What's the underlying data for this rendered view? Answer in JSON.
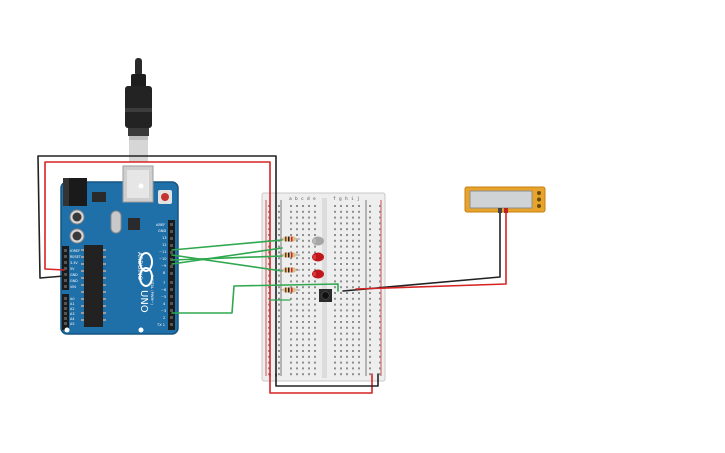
{
  "arduino": {
    "logo_text": "ARDUINO",
    "model_text": "UNO",
    "header_labels": {
      "aref": "AREF",
      "gnd": "GND",
      "pin13": "13",
      "pin12": "12",
      "pin11": "~11",
      "pin10": "~10",
      "pin9": "~9",
      "pin8": "8",
      "pin7": "7",
      "pin6": "~6",
      "pin5": "~5",
      "pin4": "4",
      "pin3": "~3",
      "pin2": "2",
      "tx": "TX 1",
      "rx": "RX 0",
      "digital": "DIGITAL (PWM~)"
    },
    "power_labels": {
      "ioref": "IOREF",
      "reset": "RESET",
      "v33": "3.3V",
      "v5": "5V",
      "gnd1": "GND",
      "gnd2": "GND",
      "vin": "VIN"
    },
    "analog_labels": {
      "a0": "A0",
      "a1": "A1",
      "a2": "A2",
      "a3": "A3",
      "a4": "A4",
      "a5": "A5"
    }
  },
  "breadboard": {
    "column_letters_left": [
      "a",
      "b",
      "c",
      "d",
      "e"
    ],
    "column_letters_right": [
      "f",
      "g",
      "h",
      "i",
      "j"
    ]
  },
  "components": {
    "leds": [
      "grey",
      "red",
      "red"
    ],
    "colors": {
      "board": "#1f6fa8",
      "board_dark": "#155582",
      "wire_red": "#d62424",
      "wire_black": "#222222",
      "wire_green": "#2fa84f",
      "led_red": "#c0161b",
      "led_grey": "#a6a6a6",
      "piezo": "#e8a32a"
    }
  }
}
